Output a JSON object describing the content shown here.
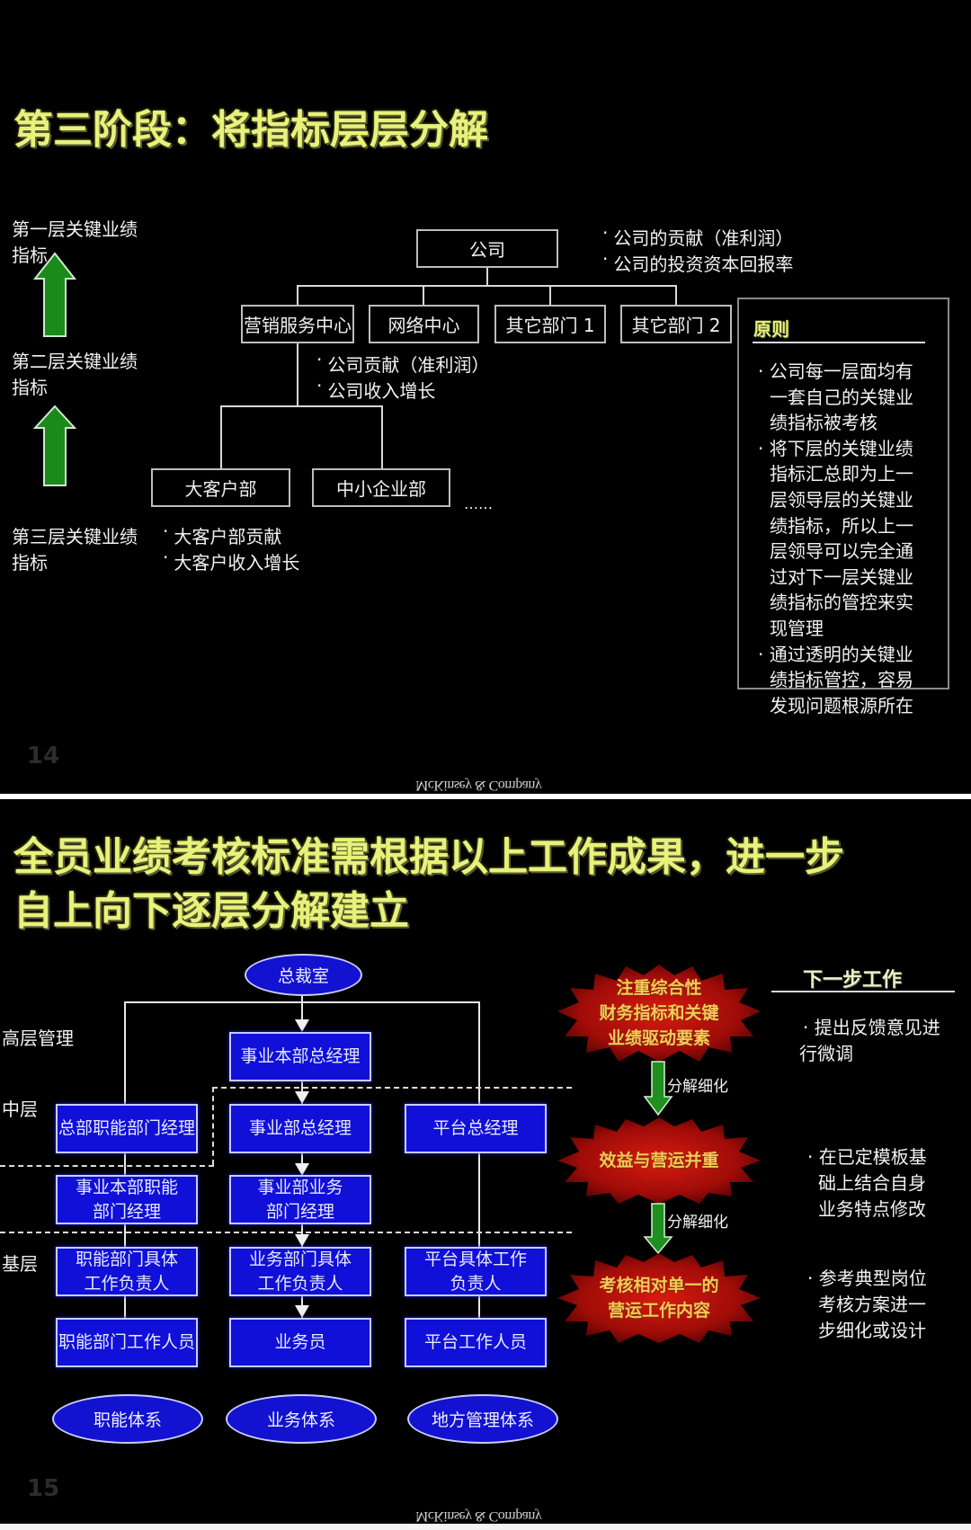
{
  "slide1": {
    "title": "第三阶段：将指标层层分解",
    "left_labels": [
      {
        "line1": "第一层关键业绩",
        "line2": "指标"
      },
      {
        "line1": "第二层关键业绩",
        "line2": "指标"
      },
      {
        "line1": "第三层关键业绩",
        "line2": "指标"
      }
    ],
    "root": {
      "label": "公司",
      "bullets": [
        "公司的贡献（准利润）",
        "公司的投资资本回报率"
      ]
    },
    "departments": [
      "营销服务中心",
      "网络中心",
      "其它部门 1",
      "其它部门 2"
    ],
    "level2_bullets": [
      "公司贡献（准利润）",
      "公司收入增长"
    ],
    "subdepartments": [
      "大客户部",
      "中小企业部"
    ],
    "ellipsis": "……",
    "level3_bullets": [
      "大客户部贡献",
      "大客户收入增长"
    ],
    "principles": {
      "heading": "原则",
      "lines": [
        "· 公司每一层面均有",
        "一套自己的关键业",
        "绩指标被考核",
        "· 将下层的关键业绩",
        "指标汇总即为上一",
        "层领导层的关键业",
        "绩指标，所以上一",
        "层领导可以完全通",
        "过对下一层关键业",
        "绩指标的管控来实",
        "现管理",
        "· 通过透明的关键业",
        "绩指标管控，容易",
        "发现问题根源所在"
      ]
    },
    "page_number": "14",
    "footer": "McKinsey & Company"
  },
  "slide2": {
    "title_line1": "全员业绩考核标准需根据以上工作成果，进一步",
    "title_line2": "自上向下逐层分解建立",
    "top_node": "总裁室",
    "level_labels": [
      "高层管理",
      "中层",
      "基层"
    ],
    "boxes": {
      "bu_gm": "事业本部总经理",
      "hq_func_mgr": "总部职能部门经理",
      "bu_div_gm": "事业部总经理",
      "platform_gm": "平台总经理",
      "bu_func_mgr": [
        "事业本部职能",
        "部门经理"
      ],
      "bu_biz_mgr": [
        "事业部业务",
        "部门经理"
      ],
      "func_lead": [
        "职能部门具体",
        "工作负责人"
      ],
      "biz_lead": [
        "业务部门具体",
        "工作负责人"
      ],
      "platform_lead": [
        "平台具体工作",
        "负责人"
      ],
      "func_staff": "职能部门工作人员",
      "salesman": "业务员",
      "platform_staff": "平台工作人员"
    },
    "systems": [
      "职能体系",
      "业务体系",
      "地方管理体系"
    ],
    "focus_steps": [
      [
        "注重综合性",
        "财务指标和关键",
        "业绩驱动要素"
      ],
      [
        "效益与营运并重"
      ],
      [
        "考核相对单一的",
        "营运工作内容"
      ]
    ],
    "decompose_label": "分解细化",
    "next_steps": {
      "heading": "下一步工作",
      "items": [
        [
          "· 提出反馈意见进",
          "行微调"
        ],
        [
          "· 在已定模板基",
          "础上结合自身",
          "业务特点修改"
        ],
        [
          "· 参考典型岗位",
          "考核方案进一",
          "步细化或设计"
        ]
      ]
    },
    "page_number": "15",
    "footer": "McKinsey & Company"
  }
}
